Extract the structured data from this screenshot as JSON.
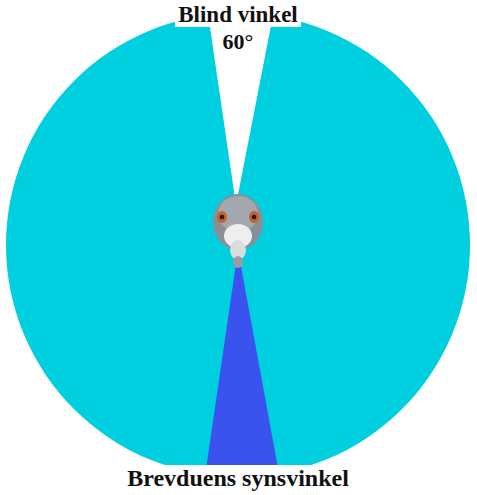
{
  "diagram": {
    "caption": "Brevduens synsvinkel",
    "labels": [
      "Blind vinkel",
      "60°"
    ]
  }
}
